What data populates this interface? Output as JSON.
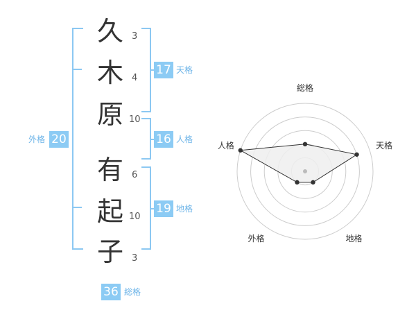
{
  "name_characters": [
    {
      "char": "久",
      "strokes": "3"
    },
    {
      "char": "木",
      "strokes": "4"
    },
    {
      "char": "原",
      "strokes": "10"
    },
    {
      "char": "有",
      "strokes": "6"
    },
    {
      "char": "起",
      "strokes": "10"
    },
    {
      "char": "子",
      "strokes": "3"
    }
  ],
  "fortune": {
    "tenkaku": {
      "label": "天格",
      "value": "17"
    },
    "jinkaku": {
      "label": "人格",
      "value": "16"
    },
    "chikaku": {
      "label": "地格",
      "value": "19"
    },
    "gaikaku": {
      "label": "外格",
      "value": "20"
    },
    "soukaku": {
      "label": "総格",
      "value": "36"
    }
  },
  "chart_data": {
    "type": "radar",
    "axes": [
      "総格",
      "天格",
      "地格",
      "外格",
      "人格"
    ],
    "values": [
      2,
      4,
      1,
      1,
      5
    ],
    "max": 5,
    "rings": 5,
    "grid": true,
    "colors": {
      "fill": "#eeeeee",
      "line": "#333333",
      "ring": "#cccccc",
      "point": "#333333",
      "center": "#bbbbbb"
    }
  },
  "colors": {
    "bracket": "#8cc8f2",
    "badge": "#8ccbf4",
    "badge_label": "#6db4e8"
  }
}
